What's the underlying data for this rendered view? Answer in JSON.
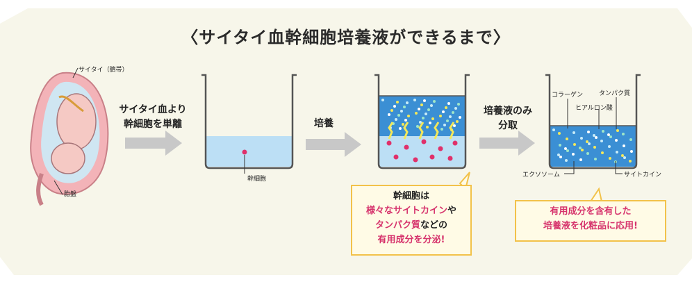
{
  "title": "〈サイタイ血幹細胞培養液ができるまで〉",
  "labels": {
    "umbilical_cord": "サイタイ（臍帯）",
    "placenta": "胎盤",
    "stem_cell": "幹細胞",
    "collagen": "コラーゲン",
    "hyaluronic_acid": "ヒアルロン酸",
    "protein": "タンパク質",
    "exosome": "エクソソーム",
    "cytokine": "サイトカイン"
  },
  "steps": {
    "isolate_line1": "サイタイ血より",
    "isolate_line2": "幹細胞を単離",
    "culture": "培養",
    "separate_line1": "培養液のみ",
    "separate_line2": "分取"
  },
  "callout_left": {
    "line1": "幹細胞は",
    "line2_pink": "様々なサイトカイン",
    "line2_tail": "や",
    "line3_pink": "タンパク質",
    "line3_tail": "などの",
    "line4_pink": "有用成分を分泌!"
  },
  "callout_right": {
    "line1": "有用成分を含有した",
    "line2": "培養液を化粧品に応用!"
  },
  "colors": {
    "panel_bg": "#f7f6ea",
    "liquid_light": "#bcdff5",
    "liquid_dark": "#3b8fd4",
    "arrow": "#c8c8c8",
    "cell": "#e0306a",
    "callout_border": "#f2c24a",
    "accent_pink": "#d6336c",
    "cytokine_yellow": "#f3e85a"
  }
}
